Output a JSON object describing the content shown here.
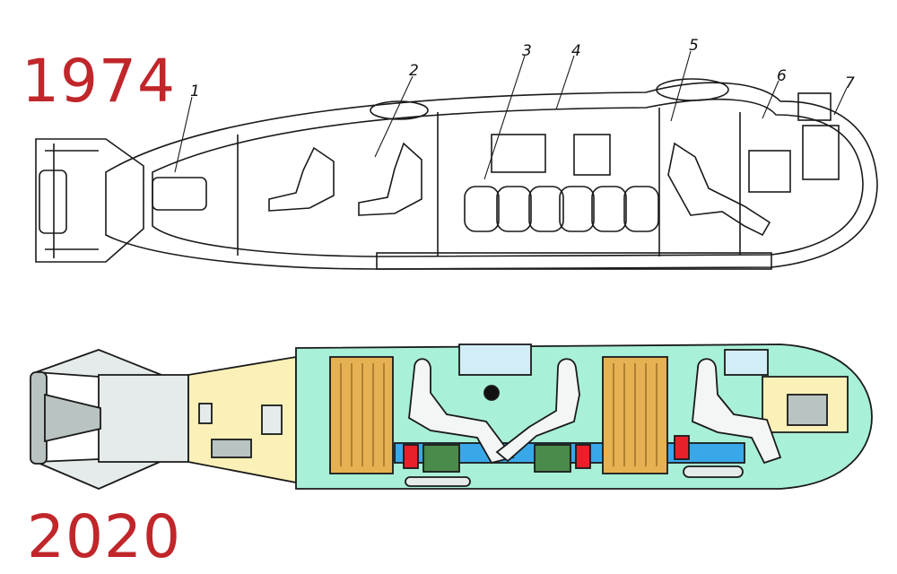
{
  "years": {
    "top": "1974",
    "bottom": "2020"
  },
  "callouts": [
    "1",
    "2",
    "3",
    "4",
    "5",
    "6",
    "7"
  ],
  "colors": {
    "year_text": "#c0262a",
    "line_art": "#1a1a1a",
    "cabin_fill": "#a8f0d8",
    "hull_fill": "#e4ebea",
    "compartment_fill": "#fbf1b8",
    "battery_fill": "#e6b152",
    "tank_red": "#e8202a",
    "floor_blue": "#39a8e8",
    "grate_green": "#4a8a4a",
    "window_blue": "#d2edf6"
  }
}
